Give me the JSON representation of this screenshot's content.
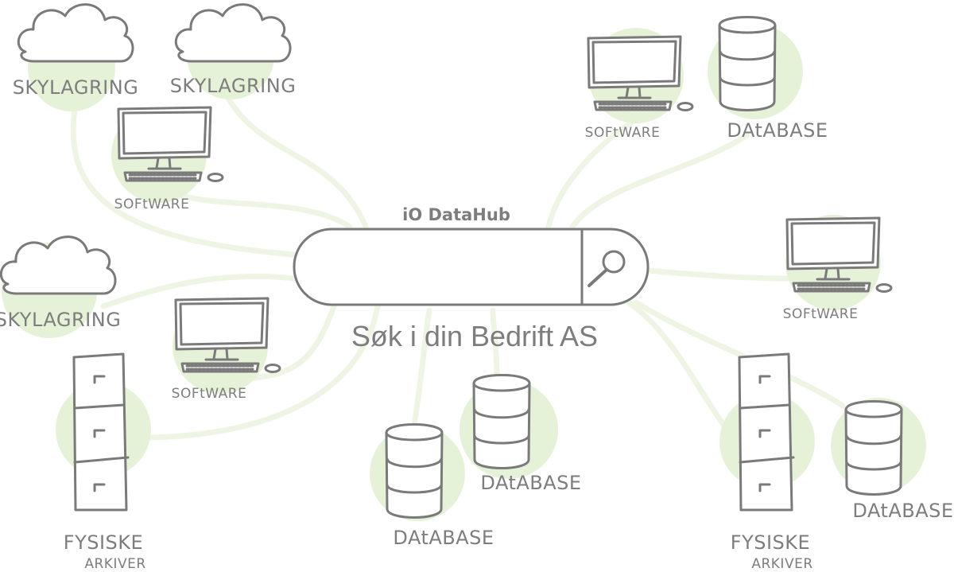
{
  "hub": {
    "brand": "iO DataHub",
    "search_placeholder": "",
    "subtitle": "Søk i din Bedrift AS",
    "search_icon": "magnifier-icon"
  },
  "nodes": {
    "cloud1": {
      "label": "SKYLAGRING",
      "icon": "cloud-icon"
    },
    "cloud2": {
      "label": "SKYLAGRING",
      "icon": "cloud-icon"
    },
    "cloud3": {
      "label": "SKYLAGRING",
      "icon": "cloud-icon"
    },
    "software1": {
      "label": "SOFtWARE",
      "icon": "computer-icon"
    },
    "software2": {
      "label": "SOFtWARE",
      "icon": "computer-icon"
    },
    "software3": {
      "label": "SOFtWARE",
      "icon": "computer-icon"
    },
    "software4": {
      "label": "SOFtWARE",
      "icon": "computer-icon"
    },
    "database1": {
      "label": "DAtABASE",
      "icon": "database-icon"
    },
    "database2": {
      "label": "DAtABASE",
      "icon": "database-icon"
    },
    "database3": {
      "label": "DAtABASE",
      "icon": "database-icon"
    },
    "database4": {
      "label": "DAtABASE",
      "icon": "database-icon"
    },
    "archive1": {
      "label_line1": "FYSISKE",
      "label_line2": "ARKIVER",
      "icon": "filing-cabinet-icon"
    },
    "archive2": {
      "label_line1": "FYSISKE",
      "label_line2": "ARKIVER",
      "icon": "filing-cabinet-icon"
    }
  },
  "colors": {
    "accent_green": "#e6f2d8",
    "connector_green": "#eef5e4",
    "sketch_gray": "#7a7a7a",
    "text_gray": "#7d7d7d"
  }
}
